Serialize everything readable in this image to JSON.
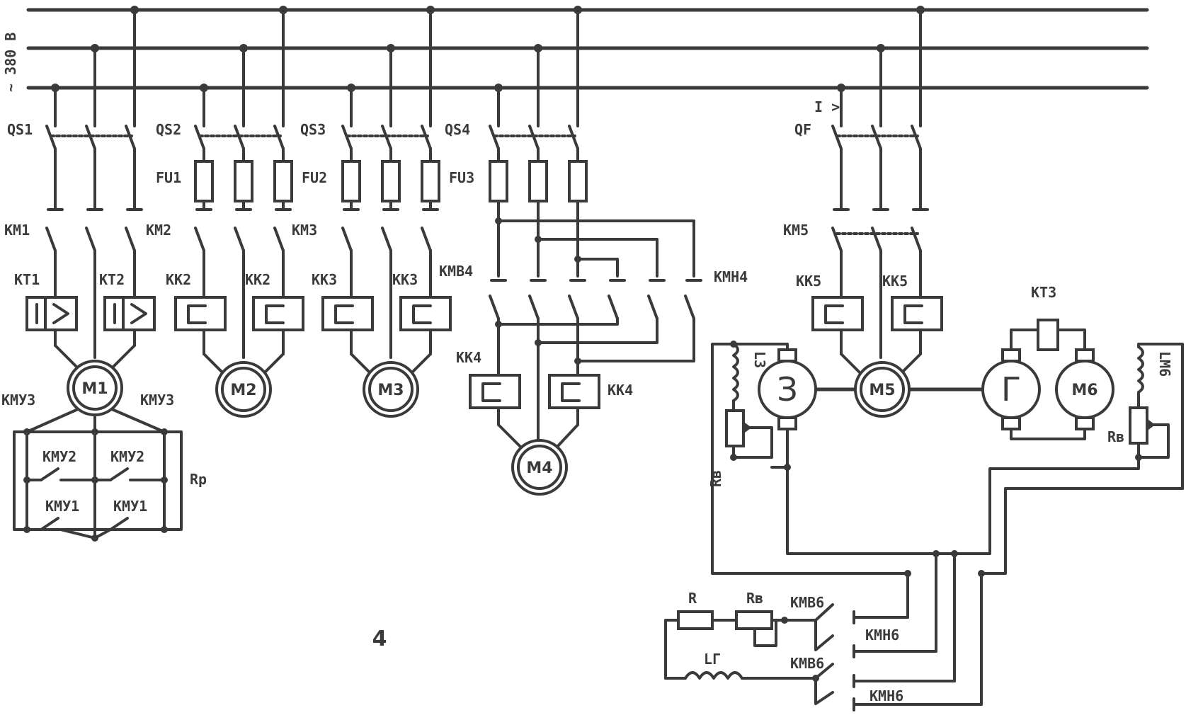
{
  "supply": {
    "label": "~ 380 В"
  },
  "figure_number": "4",
  "branches": {
    "m1": {
      "switch": "QS1",
      "contactor": "KM1",
      "relay_left": "KT1",
      "relay_right": "KT2",
      "relay_symbol": "I >",
      "motor": "M1",
      "star_left": "KMУ3",
      "star_right": "KMУ3",
      "stage2_left": "KMУ2",
      "stage2_right": "KMУ2",
      "stage1_left": "KMУ1",
      "stage1_right": "KMУ1",
      "resistor": "Rp"
    },
    "m2": {
      "switch": "QS2",
      "fuse": "FU1",
      "contactor": "KM2",
      "relay_left": "KK2",
      "relay_right": "KK2",
      "motor": "M2"
    },
    "m3": {
      "switch": "QS3",
      "fuse": "FU2",
      "contactor": "KM3",
      "relay_left": "KK3",
      "relay_right": "KK3",
      "motor": "M3"
    },
    "m4": {
      "switch": "QS4",
      "fuse": "FU3",
      "forward": "KMB4",
      "reverse": "KMH4",
      "relay_left": "KK4",
      "relay_right": "KK4",
      "motor": "M4"
    },
    "m5": {
      "breaker_trip": "I >",
      "breaker": "QF",
      "contactor": "KM5",
      "relay_left": "KK5",
      "relay_right": "KK5",
      "motor": "M5",
      "time_relay": "KT3",
      "exciter": "З",
      "generator": "Г",
      "motor6": "M6",
      "field_exciter": "LЗ",
      "field_m6": "LM6",
      "rheostat_exciter": "Rв",
      "rheostat_m6": "Rв"
    },
    "control": {
      "resistor": "R",
      "rheostat": "Rв",
      "field_gen": "LГ",
      "fwd_top": "KMB6",
      "rev_top": "KMH6",
      "fwd_bot": "KMB6",
      "rev_bot": "KMH6"
    }
  }
}
